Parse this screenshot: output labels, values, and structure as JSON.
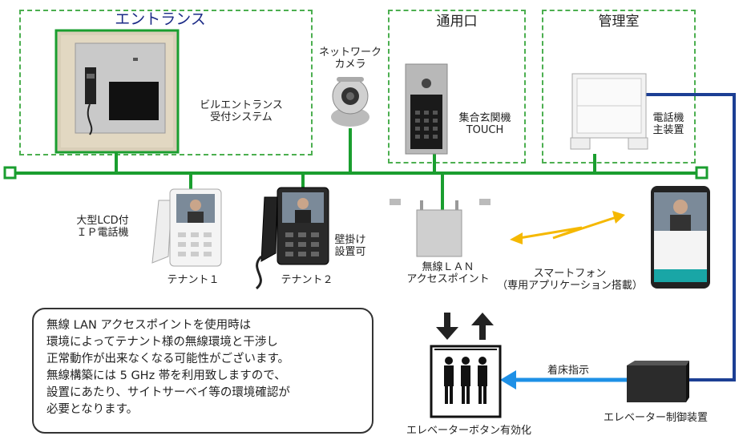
{
  "zones": {
    "entrance": "エントランス",
    "service_entrance": "通用口",
    "management_office": "管理室"
  },
  "labels": {
    "building_reception": [
      "ビルエントランス",
      "受付システム"
    ],
    "network_camera": [
      "ネットワーク",
      "カメラ"
    ],
    "entrance_unit": [
      "集合玄関機",
      "TOUCH"
    ],
    "pbx": [
      "電話機",
      "主装置"
    ],
    "lcd_phone": [
      "大型LCD付",
      "ＩＰ電話機"
    ],
    "tenant1": "テナント１",
    "tenant2": "テナント２",
    "wall_mount": [
      "壁掛け",
      "設置可"
    ],
    "wireless_ap": [
      "無線ＬＡＮ",
      "アクセスポイント"
    ],
    "smartphone": [
      "スマートフォン",
      "（専用アプリケーション搭載）"
    ],
    "floor_instruction": "着床指示",
    "elevator_controller": "エレベーター制御装置",
    "elevator_button": "エレベーターボタン有効化"
  },
  "note_lines": [
    "無線 LAN アクセスポイントを使用時は",
    "環境によってテナント様の無線環境と干渉し",
    "正常動作が出来なくなる可能性がございます。",
    "無線構築には 5 GHz 帯を利用致しますので、",
    "設置にあたり、サイトサーベイ等の環境確認が",
    "必要となります。"
  ],
  "colors": {
    "network_line": "#1a9e2f",
    "dashed_border": "#4caf50",
    "blue_line": "#1c3f94",
    "arrow_light_blue": "#1e90e6",
    "wireless_zigzag": "#f5b800",
    "entrance_title": "#1b2a86"
  }
}
